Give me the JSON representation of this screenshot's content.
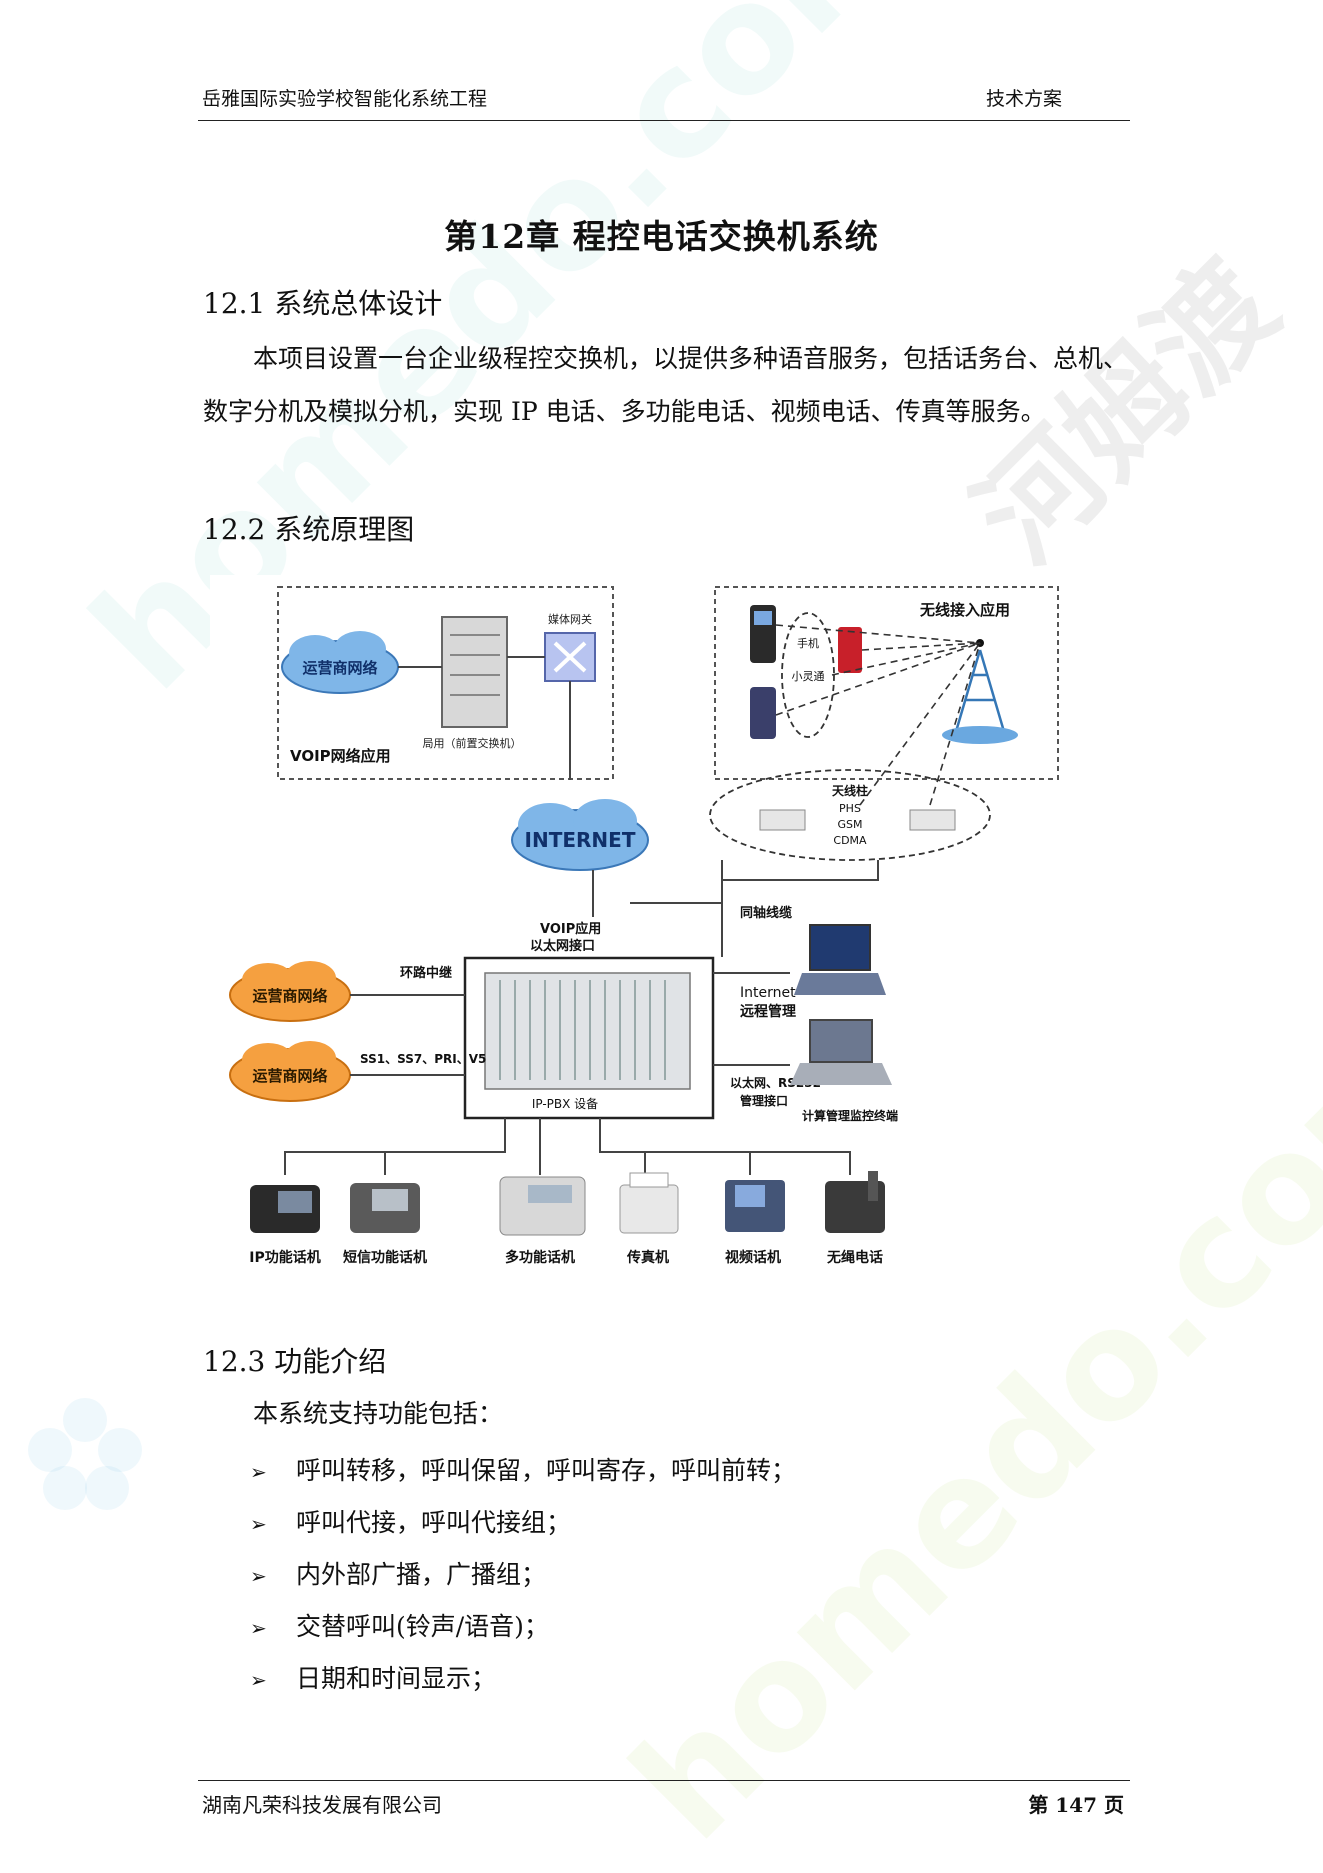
{
  "header": {
    "left": "岳雅国际实验学校智能化系统工程",
    "right": "技术方案"
  },
  "chapter_title": "第12章  程控电话交换机系统",
  "sections": [
    {
      "title": "12.1 系统总体设计",
      "paragraph": "本项目设置一台企业级程控交换机，以提供多种语音服务，包括话务台、总机、数字分机及模拟分机，实现 IP 电话、多功能电话、视频电话、传真等服务。"
    },
    {
      "title": "12.2 系统原理图"
    },
    {
      "title": "12.3 功能介绍",
      "intro": "本系统支持功能包括：",
      "bullets": [
        "呼叫转移，呼叫保留，呼叫寄存，呼叫前转；",
        "呼叫代接，呼叫代接组；",
        "内外部广播，广播组；",
        "交替呼叫(铃声/语音)；",
        "日期和时间显示；"
      ]
    }
  ],
  "diagram": {
    "voip_box_label": "VOIP网络应用",
    "carrier_network": "运营商网络",
    "front_switch": "局用（前置交换机）",
    "media_gateway": "媒体网关",
    "wireless_title": "无线接入应用",
    "mobile": "手机",
    "phs": "小灵通",
    "antenna": "天线柱",
    "antenna_types": [
      "PHS",
      "GSM",
      "CDMA"
    ],
    "internet": "INTERNET",
    "coax": "同轴线缆",
    "voip_eth": [
      "VOIP应用",
      "以太网接口"
    ],
    "loop_trunk": "环路中继",
    "signaling": "SS1、SS7、PRI、V5",
    "remote_mgmt": [
      "Internet",
      "远程管理"
    ],
    "eth_rs232": [
      "以太网、RS232",
      "管理接口"
    ],
    "pbx": "IP-PBX 设备",
    "terminal": "计算管理监控终端",
    "endpoints": [
      "IP功能话机",
      "短信功能话机",
      "多功能话机",
      "传真机",
      "视频话机",
      "无绳电话"
    ]
  },
  "watermarks": [
    "homedo.com",
    "河姆渡"
  ],
  "footer": {
    "left": "湖南凡荣科技发展有限公司",
    "page_prefix": "第",
    "page_number": "147",
    "page_suffix": "页"
  }
}
